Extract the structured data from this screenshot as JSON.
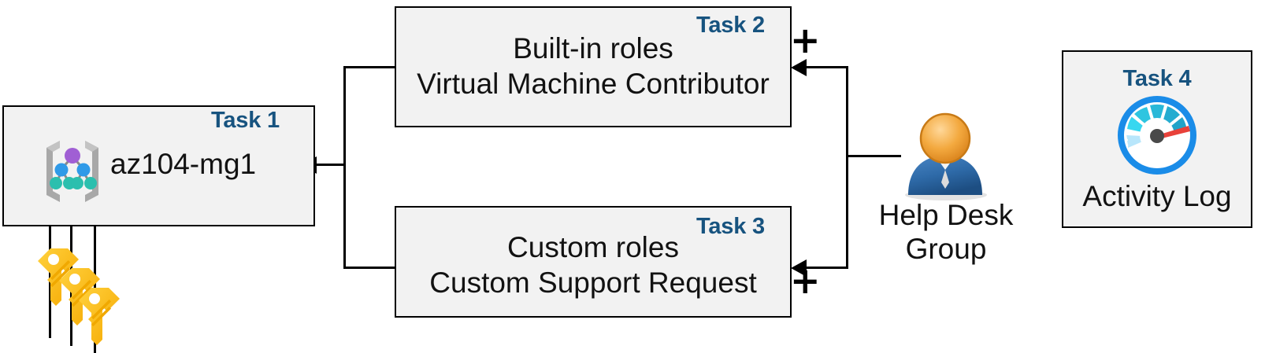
{
  "diagram": {
    "title": "Azure RBAC task diagram",
    "colors": {
      "task_label": "#17537f",
      "box_fill": "#f2f2f2",
      "box_border": "#000000",
      "connector": "#000000",
      "key_gold": "#ffc20e",
      "person_head": "#f0a93c",
      "person_body": "#2e6aa8",
      "gauge_ring": "#1a8ce8",
      "gauge_needle": "#e8413a",
      "mg_root": "#a05fd4",
      "mg_mid": "#2f9ae8",
      "mg_leaf": "#2bbfae",
      "mg_bracket": "#a0a0a0"
    }
  },
  "task1": {
    "label": "Task 1",
    "text": "az104-mg1",
    "icon": "management-group-icon"
  },
  "task2": {
    "label": "Task 2",
    "line1": "Built-in roles",
    "line2": "Virtual Machine Contributor",
    "plus": "+"
  },
  "task3": {
    "label": "Task 3",
    "line1": "Custom roles",
    "line2": "Custom Support Request",
    "plus": "+"
  },
  "task4": {
    "label": "Task 4",
    "text": "Activity Log",
    "icon": "activity-log-gauge-icon"
  },
  "helpdesk": {
    "line1": "Help Desk",
    "line2": "Group",
    "icon": "user-group-icon"
  },
  "keys": {
    "icon": "keys-icon",
    "count": 3
  }
}
